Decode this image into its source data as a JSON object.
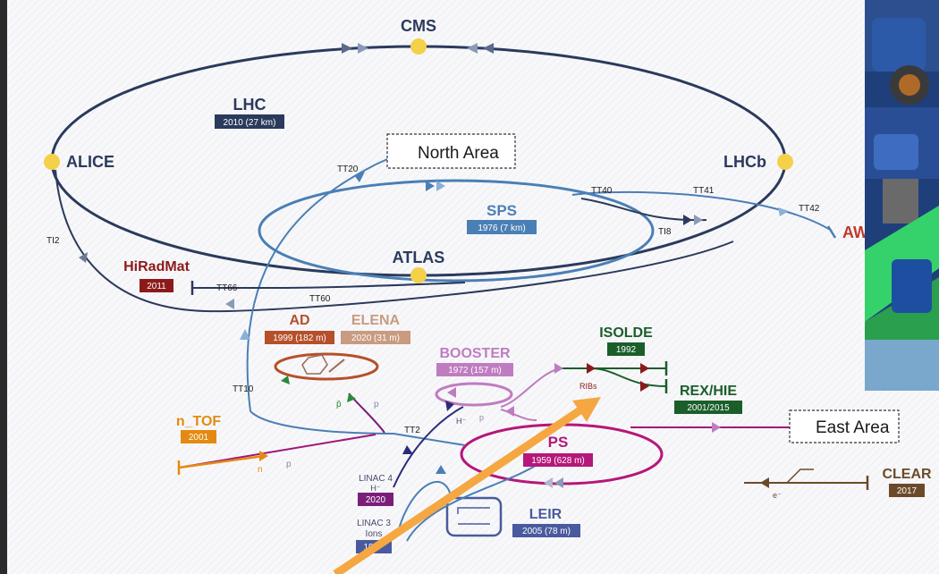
{
  "machines": {
    "lhc": {
      "name": "LHC",
      "year": "2010 (27 km)"
    },
    "sps": {
      "name": "SPS",
      "year": "1976 (7 km)"
    },
    "ps": {
      "name": "PS",
      "year": "1959 (628 m)"
    },
    "booster": {
      "name": "BOOSTER",
      "year": "1972 (157 m)"
    },
    "ad": {
      "name": "AD",
      "year": "1999 (182 m)"
    },
    "elena": {
      "name": "ELENA",
      "year": "2020 (31 m)"
    },
    "isolde": {
      "name": "ISOLDE",
      "year": "1992"
    },
    "rexhie": {
      "name": "REX/HIE",
      "year": "2001/2015"
    },
    "ntof": {
      "name": "n_TOF",
      "year": "2001"
    },
    "hiradmat": {
      "name": "HiRadMat",
      "year": "2011"
    },
    "leir": {
      "name": "LEIR",
      "year": "2005 (78 m)"
    },
    "linac4": {
      "name": "LINAC 4",
      "sub": "H⁻",
      "year": "2020"
    },
    "linac3": {
      "name": "LINAC 3",
      "sub": "Ions",
      "year": "19"
    },
    "clear": {
      "name": "CLEAR",
      "year": "2017"
    }
  },
  "experiments": {
    "cms": "CMS",
    "alice": "ALICE",
    "lhcb": "LHCb",
    "atlas": "ATLAS"
  },
  "areas": {
    "north": "North Area",
    "east": "East Area",
    "awake": "AW"
  },
  "transfer_lines": {
    "tt20": "TT20",
    "tt40": "TT40",
    "tt41": "TT41",
    "tt42": "TT42",
    "ti8": "TI8",
    "ti2": "TI2",
    "tt66": "TT66",
    "tt60": "TT60",
    "tt10": "TT10",
    "tt2": "TT2"
  },
  "particles": {
    "p": "p",
    "pbar": "p̄",
    "n": "n",
    "hminus": "H⁻",
    "eminus": "e⁻",
    "ribs": "RIBs"
  },
  "colors": {
    "lhc": "#2b3a5c",
    "sps": "#4a7fb5",
    "ps": "#b5177a",
    "booster": "#c07cc0",
    "ad": "#b5502a",
    "elena": "#c99b80",
    "isolde": "#1a5e2a",
    "ntof": "#e48a12",
    "hiradmat": "#8c1a1a",
    "leir": "#4a5a9e",
    "linac4": "#7a1e7a",
    "clear": "#6b4a2a",
    "arrow_overlay": "#f5a742"
  }
}
